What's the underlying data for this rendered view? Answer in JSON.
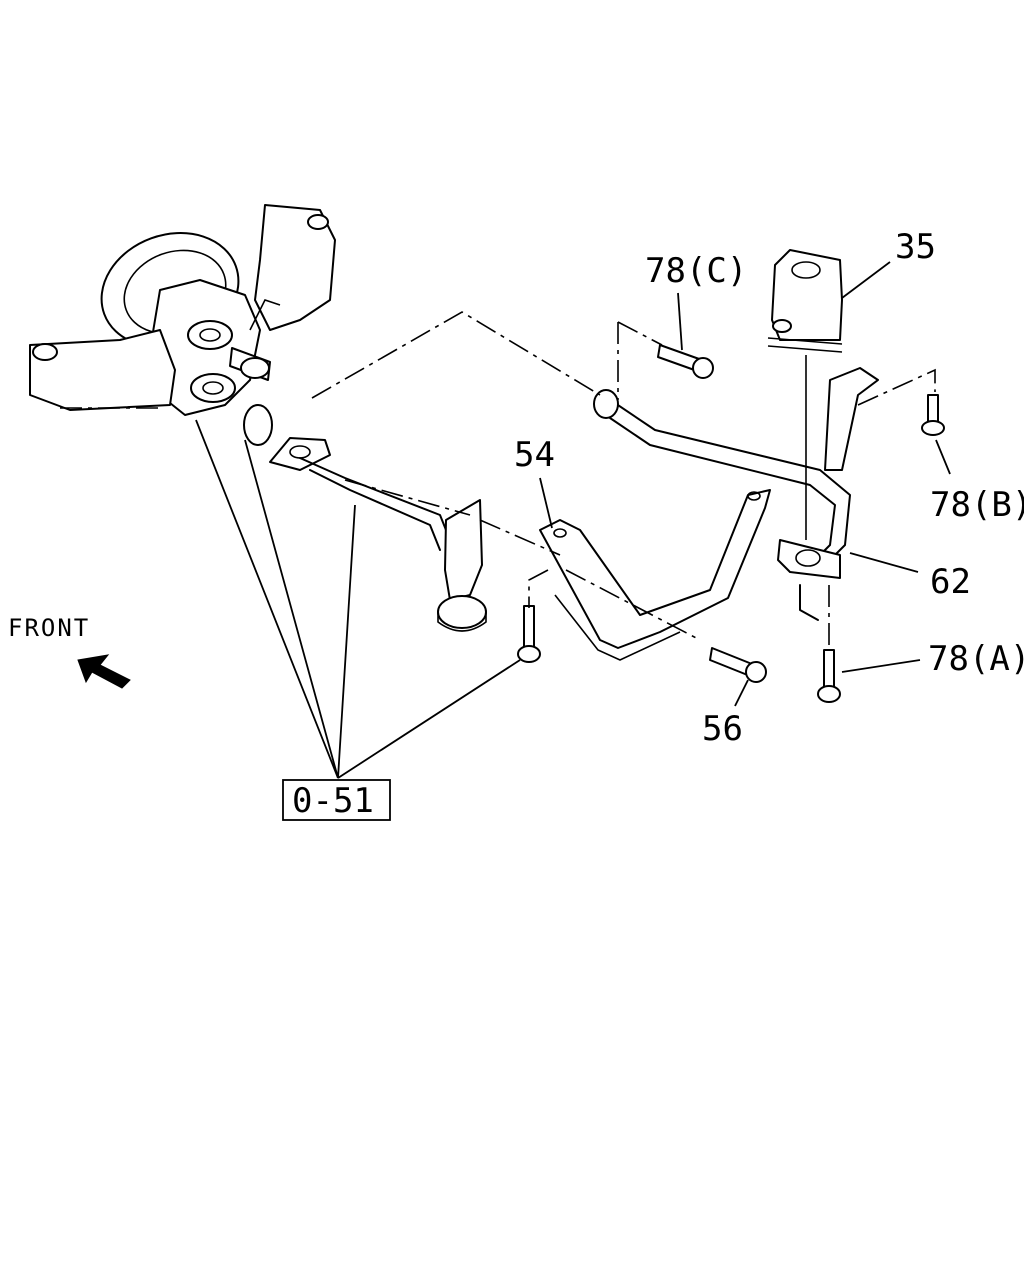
{
  "labels": {
    "p35": "35",
    "p78c": "78(C)",
    "p54": "54",
    "p78b": "78(B)",
    "p62": "62",
    "p78a": "78(A)",
    "p56": "56",
    "front": "FRONT",
    "ref": "0-51"
  },
  "icons": {
    "front_arrow": "arrow-upper-left-icon"
  }
}
